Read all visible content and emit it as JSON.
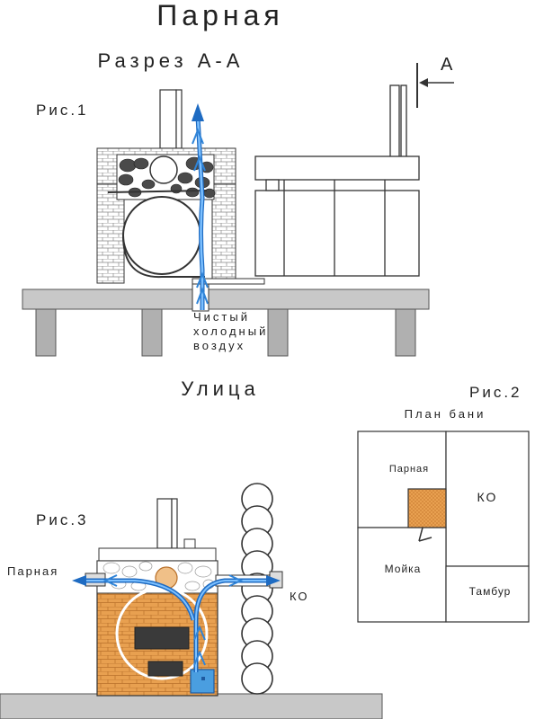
{
  "title": "Парная",
  "subtitle": "Разрез А-А",
  "fig1": {
    "label": "Рис.1",
    "section_marker": "А",
    "airflow_lines": [
      "Чистый",
      "холодный",
      "воздух"
    ],
    "outside_label": "Улица"
  },
  "fig2": {
    "label": "Рис.2",
    "plan_title": "План бани",
    "rooms": {
      "steam": "Парная",
      "rest": "КО",
      "wash": "Мойка",
      "vestibule": "Тамбур"
    }
  },
  "fig3": {
    "label": "Рис.3",
    "left_label": "Парная",
    "right_label": "КО"
  },
  "colors": {
    "line": "#333333",
    "floor": "#c8c8c8",
    "stone": "#4a4a4a",
    "brick": "#e8a050",
    "airflow": "#2f84d8",
    "door": "#4a9ee0"
  }
}
